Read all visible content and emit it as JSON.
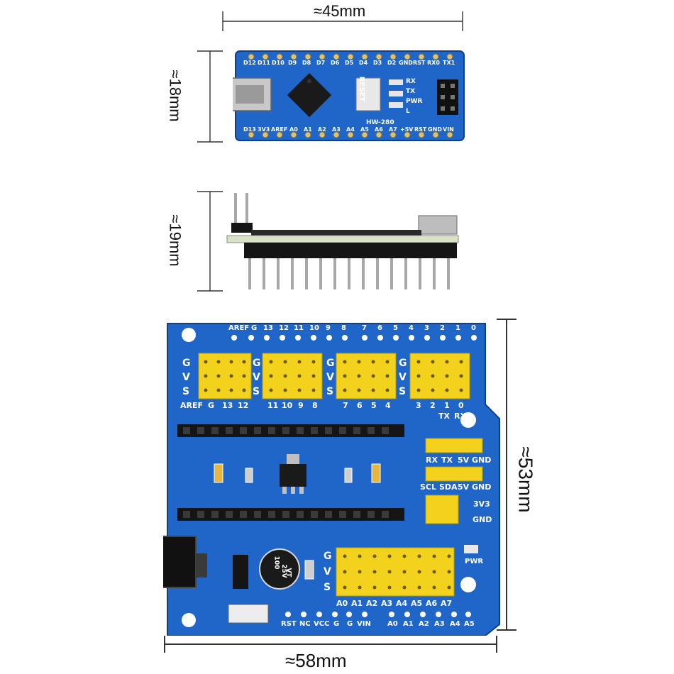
{
  "dimensions": {
    "nano_width": "≈45mm",
    "nano_height": "≈18mm",
    "nano_side_height": "≈19mm",
    "shield_height": "≈53mm",
    "shield_width": "≈58mm"
  },
  "nano_board": {
    "top_labels": [
      "D12",
      "D11",
      "D10",
      "D9",
      "D8",
      "D7",
      "D6",
      "D5",
      "D4",
      "D3",
      "D2",
      "GND",
      "RST",
      "RX0",
      "TX1"
    ],
    "bottom_labels": [
      "D13",
      "3V3",
      "AREF",
      "A0",
      "A1",
      "A2",
      "A3",
      "A4",
      "A5",
      "A6",
      "A7",
      "+5V",
      "RST",
      "GND",
      "VIN"
    ],
    "reset_label": "RESET",
    "led_labels": [
      "RX",
      "TX",
      "PWR",
      "L"
    ],
    "model": "HW-280"
  },
  "shield": {
    "top_digital_labels": [
      "AREF",
      "G",
      "13",
      "12",
      "11",
      "10",
      "9",
      "8",
      "7",
      "6",
      "5",
      "4",
      "3",
      "2",
      "1",
      "0"
    ],
    "gvs": [
      "G",
      "V",
      "S"
    ],
    "block1_labels": [
      "AREF",
      "G",
      "13",
      "12"
    ],
    "block2_labels": [
      "11",
      "10",
      "9",
      "8"
    ],
    "block3_labels": [
      "7",
      "6",
      "5",
      "4"
    ],
    "block4_labels": [
      "3",
      "2",
      "1",
      "0"
    ],
    "txrx": [
      "TX",
      "RX"
    ],
    "uart_labels": [
      "RX",
      "TX",
      "5V",
      "GND"
    ],
    "i2c_labels": [
      "SCL",
      "SDA",
      "5V",
      "GND"
    ],
    "power_labels": [
      "3V3",
      "GND"
    ],
    "analog_labels": [
      "A0",
      "A1",
      "A2",
      "A3",
      "A4",
      "A5",
      "A6",
      "A7"
    ],
    "bottom_labels": [
      "RST",
      "NC",
      "VCC",
      "G",
      "G",
      "VIN",
      "A0",
      "A1",
      "A2",
      "A3",
      "A4",
      "A5"
    ],
    "pwr_led": "PWR",
    "capacitor": [
      "100",
      "25V",
      "VT"
    ]
  },
  "colors": {
    "pcb_blue": "#1f66c8",
    "pcb_dark": "#164f9e",
    "header_yellow": "#f2d21c",
    "header_black": "#151515"
  }
}
